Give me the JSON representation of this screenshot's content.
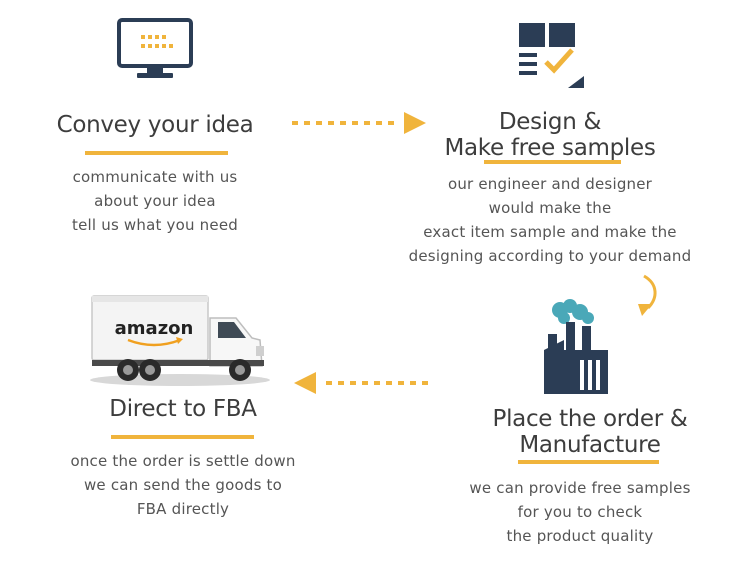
{
  "steps": [
    {
      "icon": "monitor-icon",
      "title_lines": [
        "Convey your idea"
      ],
      "desc_lines": [
        "communicate with us",
        "about your idea",
        "tell us what you need"
      ]
    },
    {
      "icon": "document-check-icon",
      "title_lines": [
        "Design &",
        "Make free samples"
      ],
      "desc_lines": [
        "our engineer and designer",
        "would make the",
        "exact item sample and make the",
        "designing according to your demand"
      ]
    },
    {
      "icon": "factory-icon",
      "title_lines": [
        "Place the order &",
        "Manufacture"
      ],
      "desc_lines": [
        "we can provide free samples",
        "for you to check",
        "the product quality"
      ]
    },
    {
      "icon": "truck-image",
      "truck_label": "amazon",
      "title_lines": [
        "Direct to FBA"
      ],
      "desc_lines": [
        "once the order is settle down",
        "we can send the goods to",
        "FBA directly"
      ]
    }
  ],
  "colors": {
    "accent": "#f0b43c",
    "icon_navy": "#2b3d55",
    "smoke_teal": "#4aa8b8",
    "text": "#404040"
  }
}
